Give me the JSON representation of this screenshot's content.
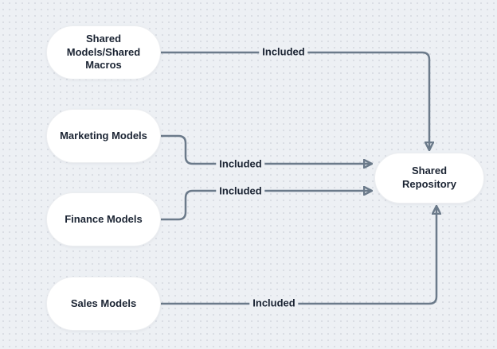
{
  "diagram": {
    "type": "flowchart",
    "nodes": [
      {
        "id": "shared-models-macros",
        "label": "Shared\nModels/Shared\nMacros"
      },
      {
        "id": "marketing-models",
        "label": "Marketing Models"
      },
      {
        "id": "finance-models",
        "label": "Finance Models"
      },
      {
        "id": "sales-models",
        "label": "Sales Models"
      },
      {
        "id": "shared-repository",
        "label": "Shared Repository"
      }
    ],
    "edges": [
      {
        "from": "shared-models-macros",
        "to": "shared-repository",
        "label": "Included"
      },
      {
        "from": "marketing-models",
        "to": "shared-repository",
        "label": "Included"
      },
      {
        "from": "finance-models",
        "to": "shared-repository",
        "label": "Included"
      },
      {
        "from": "sales-models",
        "to": "shared-repository",
        "label": "Included"
      }
    ],
    "colors": {
      "background": "#edf0f4",
      "dot_grid": "#d8dce3",
      "node_fill": "#ffffff",
      "node_border": "#eceef1",
      "edge": "#6b7a8a",
      "text": "#1b2433"
    }
  }
}
